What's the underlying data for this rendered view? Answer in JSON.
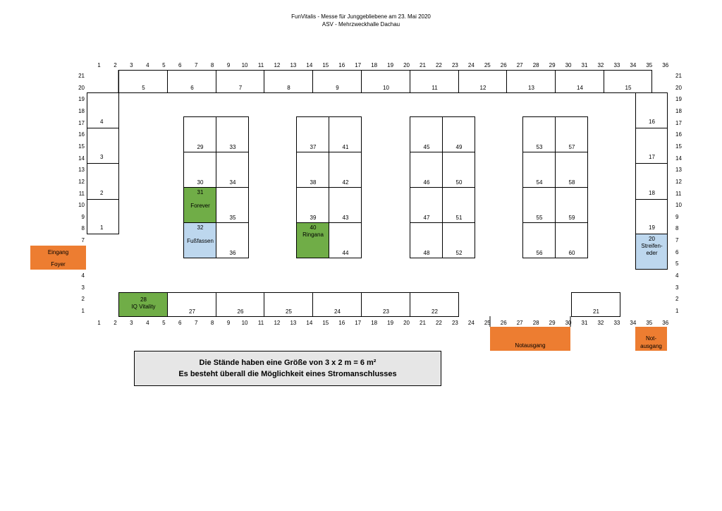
{
  "title": "FunVitalis - Messe für Junggebliebene am 23. Mai 2020",
  "subtitle": "ASV - Mehrzweckhalle Dachau",
  "grid": {
    "x_labels": [
      "1",
      "2",
      "3",
      "4",
      "5",
      "6",
      "7",
      "8",
      "9",
      "10",
      "11",
      "12",
      "13",
      "14",
      "15",
      "16",
      "17",
      "18",
      "19",
      "20",
      "21",
      "22",
      "23",
      "24",
      "25",
      "26",
      "27",
      "28",
      "29",
      "30",
      "31",
      "32",
      "33",
      "34",
      "35",
      "36"
    ],
    "y_labels": [
      "1",
      "2",
      "3",
      "4",
      "5",
      "6",
      "7",
      "8",
      "9",
      "10",
      "11",
      "12",
      "13",
      "14",
      "15",
      "16",
      "17",
      "18",
      "19",
      "20",
      "21"
    ]
  },
  "colors": {
    "green": "#70ad47",
    "blue": "#bdd7ee",
    "orange": "#ed7d31",
    "note_bg": "#e6e6e6"
  },
  "stands": [
    {
      "label": "1"
    },
    {
      "label": "2"
    },
    {
      "label": "3"
    },
    {
      "label": "4"
    },
    {
      "label": "5"
    },
    {
      "label": "6"
    },
    {
      "label": "7"
    },
    {
      "label": "8"
    },
    {
      "label": "9"
    },
    {
      "label": "10"
    },
    {
      "label": "11"
    },
    {
      "label": "12"
    },
    {
      "label": "13"
    },
    {
      "label": "14"
    },
    {
      "label": "15"
    },
    {
      "label": "16"
    },
    {
      "label": "17"
    },
    {
      "label": "18"
    },
    {
      "label": "19"
    },
    {
      "label": "20",
      "sub": "Streifen-",
      "sub2": "eder"
    },
    {
      "label": "21"
    },
    {
      "label": "22"
    },
    {
      "label": "23"
    },
    {
      "label": "24"
    },
    {
      "label": "25"
    },
    {
      "label": "26"
    },
    {
      "label": "27"
    },
    {
      "label": "28",
      "sub": "IQ Vitality"
    },
    {
      "label": "29"
    },
    {
      "label": "30"
    },
    {
      "label": "31",
      "sub": "Forever"
    },
    {
      "label": "32",
      "sub": "Fußfassen"
    },
    {
      "label": "33"
    },
    {
      "label": "34"
    },
    {
      "label": "35"
    },
    {
      "label": "36"
    },
    {
      "label": "37"
    },
    {
      "label": "38"
    },
    {
      "label": "39"
    },
    {
      "label": "40",
      "sub": "Ringana"
    },
    {
      "label": "41"
    },
    {
      "label": "42"
    },
    {
      "label": "43"
    },
    {
      "label": "44"
    },
    {
      "label": "45"
    },
    {
      "label": "46"
    },
    {
      "label": "47"
    },
    {
      "label": "48"
    },
    {
      "label": "49"
    },
    {
      "label": "50"
    },
    {
      "label": "51"
    },
    {
      "label": "52"
    },
    {
      "label": "53"
    },
    {
      "label": "54"
    },
    {
      "label": "55"
    },
    {
      "label": "56"
    },
    {
      "label": "57"
    },
    {
      "label": "58"
    },
    {
      "label": "59"
    },
    {
      "label": "60"
    }
  ],
  "entrance": {
    "line1": "Eingang",
    "line2": "Foyer"
  },
  "exit_main": {
    "label": "Notausgang"
  },
  "exit_side": {
    "line1": "Not-",
    "line2": "ausgang"
  },
  "note": {
    "line1": "Die Stände haben eine Größe von 3 x 2 m = 6 m²",
    "line2": "Es besteht überall die Möglichkeit eines Stromanschlusses"
  }
}
